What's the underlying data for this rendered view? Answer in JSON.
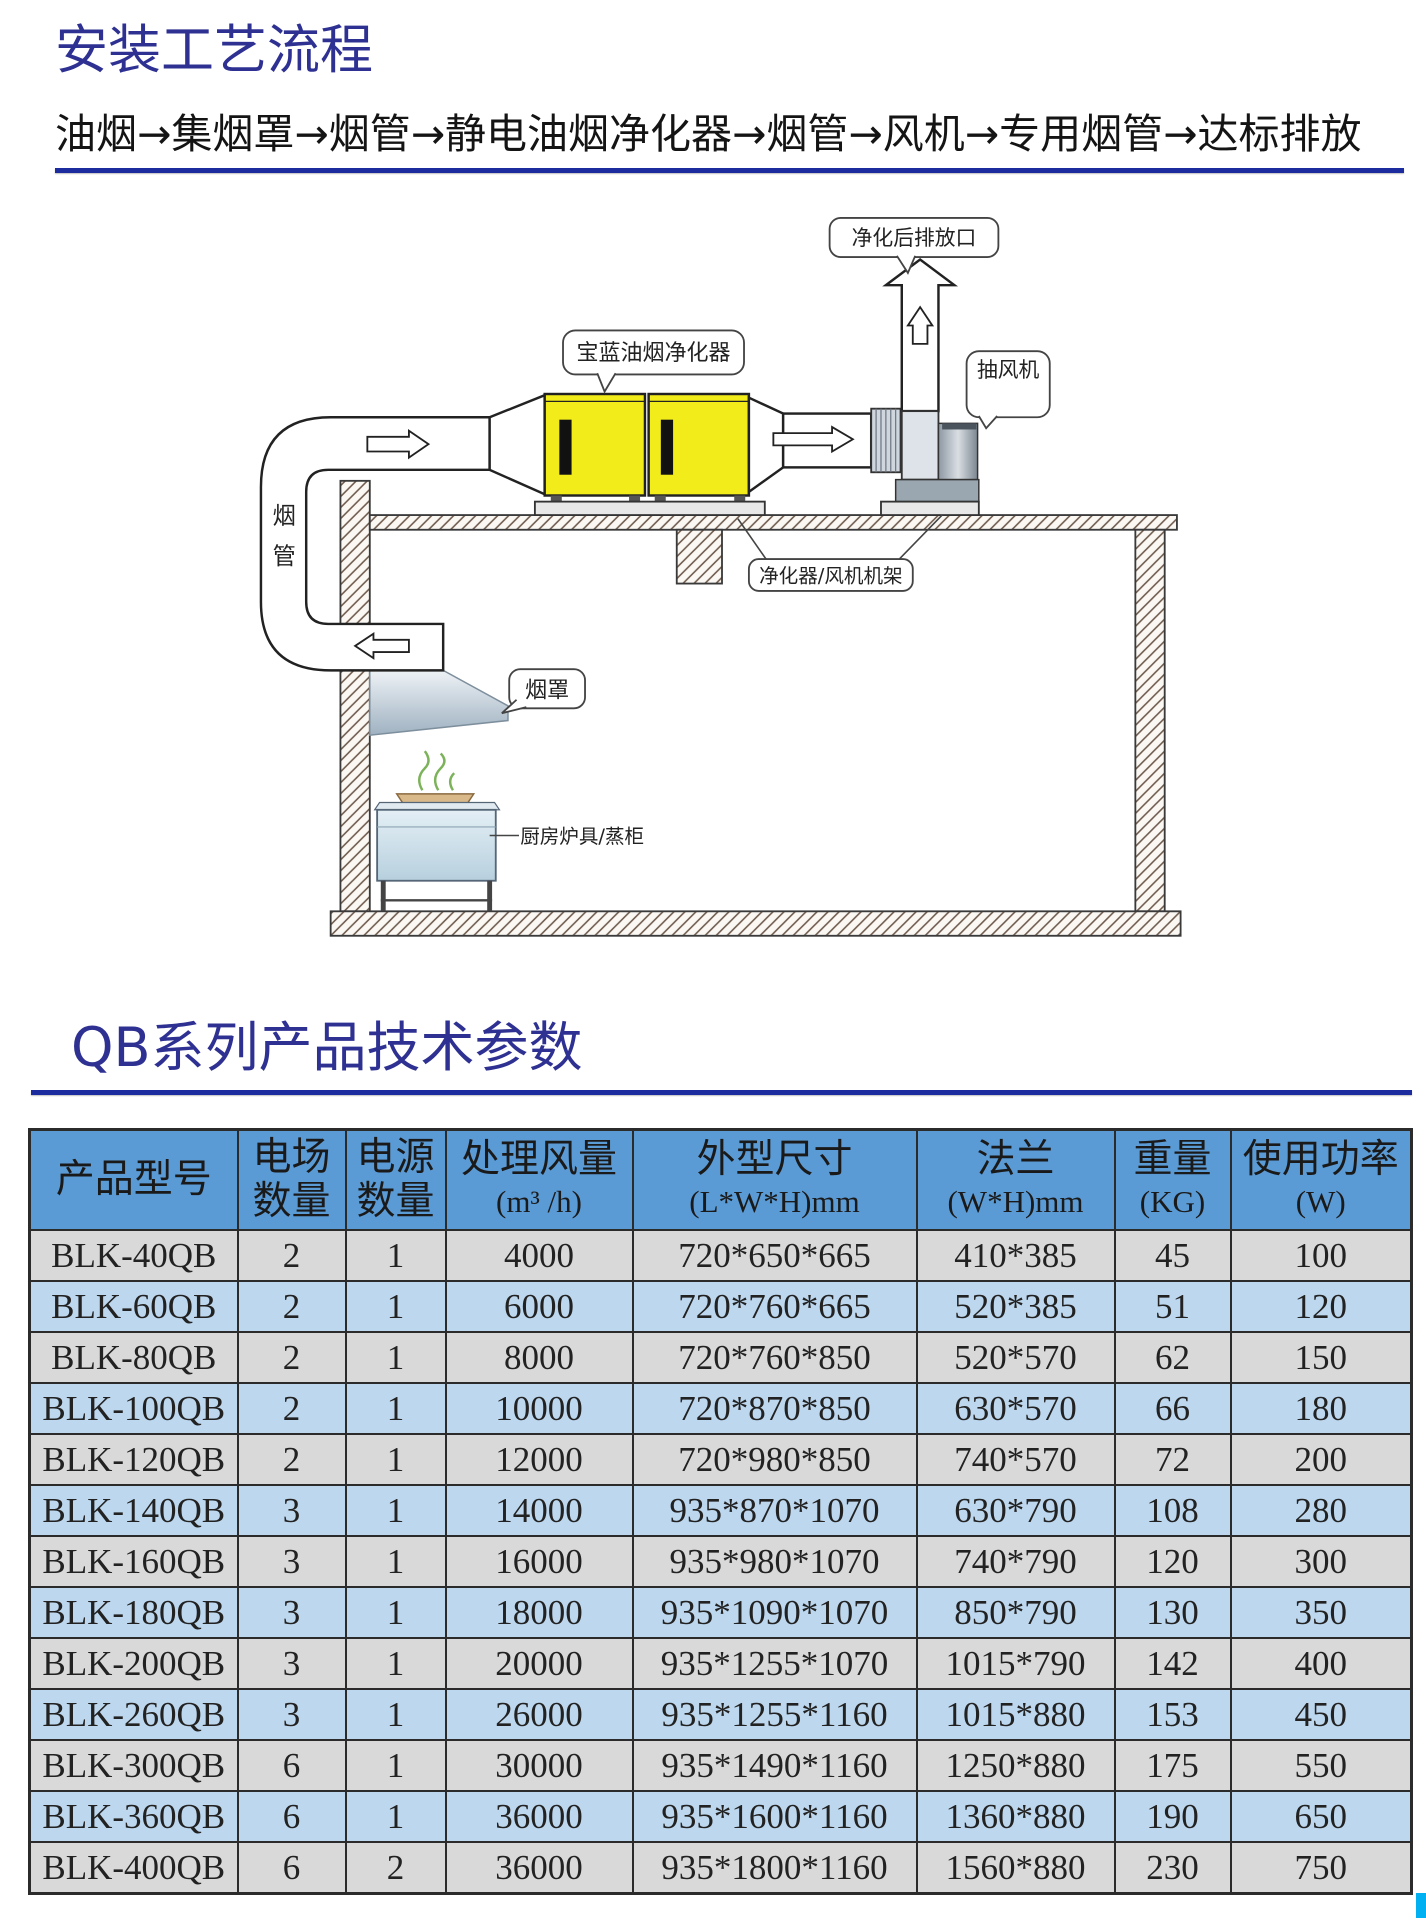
{
  "title": "安装工艺流程",
  "flow": "油烟→集烟罩→烟管→静电油烟净化器→烟管→风机→专用烟管→达标排放",
  "diagram": {
    "outlet_label": "净化后排放口",
    "purifier_label": "宝蓝油烟净化器",
    "fan_label": "抽风机",
    "duct_label": [
      "烟",
      "管"
    ],
    "frame_label": "净化器/风机机架",
    "hood_label": "烟罩",
    "stove_label": "厨房炉具/蒸柜"
  },
  "section_title": "QB系列产品技术参数",
  "colors": {
    "title": "#2e3192",
    "rule": "#1c2b9e",
    "header_bg": "#5b9bd5",
    "row_gray": "#d9d9d9",
    "row_blue": "#bdd7ee",
    "purifier": "#f2ec1a"
  },
  "table": {
    "headers": [
      {
        "lines": [
          "产品型号"
        ]
      },
      {
        "lines": [
          "电场",
          "数量"
        ]
      },
      {
        "lines": [
          "电源",
          "数量"
        ]
      },
      {
        "lines": [
          "处理风量",
          "(m³ /h)"
        ]
      },
      {
        "lines": [
          "外型尺寸",
          "(L*W*H)mm"
        ]
      },
      {
        "lines": [
          "法兰",
          "(W*H)mm"
        ]
      },
      {
        "lines": [
          "重量",
          "(KG)"
        ]
      },
      {
        "lines": [
          "使用功率",
          "(W)"
        ]
      }
    ],
    "rows": [
      [
        "BLK-40QB",
        "2",
        "1",
        "4000",
        "720*650*665",
        "410*385",
        "45",
        "100"
      ],
      [
        "BLK-60QB",
        "2",
        "1",
        "6000",
        "720*760*665",
        "520*385",
        "51",
        "120"
      ],
      [
        "BLK-80QB",
        "2",
        "1",
        "8000",
        "720*760*850",
        "520*570",
        "62",
        "150"
      ],
      [
        "BLK-100QB",
        "2",
        "1",
        "10000",
        "720*870*850",
        "630*570",
        "66",
        "180"
      ],
      [
        "BLK-120QB",
        "2",
        "1",
        "12000",
        "720*980*850",
        "740*570",
        "72",
        "200"
      ],
      [
        "BLK-140QB",
        "3",
        "1",
        "14000",
        "935*870*1070",
        "630*790",
        "108",
        "280"
      ],
      [
        "BLK-160QB",
        "3",
        "1",
        "16000",
        "935*980*1070",
        "740*790",
        "120",
        "300"
      ],
      [
        "BLK-180QB",
        "3",
        "1",
        "18000",
        "935*1090*1070",
        "850*790",
        "130",
        "350"
      ],
      [
        "BLK-200QB",
        "3",
        "1",
        "20000",
        "935*1255*1070",
        "1015*790",
        "142",
        "400"
      ],
      [
        "BLK-260QB",
        "3",
        "1",
        "26000",
        "935*1255*1160",
        "1015*880",
        "153",
        "450"
      ],
      [
        "BLK-300QB",
        "6",
        "1",
        "30000",
        "935*1490*1160",
        "1250*880",
        "175",
        "550"
      ],
      [
        "BLK-360QB",
        "6",
        "1",
        "36000",
        "935*1600*1160",
        "1360*880",
        "190",
        "650"
      ],
      [
        "BLK-400QB",
        "6",
        "2",
        "36000",
        "935*1800*1160",
        "1560*880",
        "230",
        "750"
      ]
    ]
  }
}
